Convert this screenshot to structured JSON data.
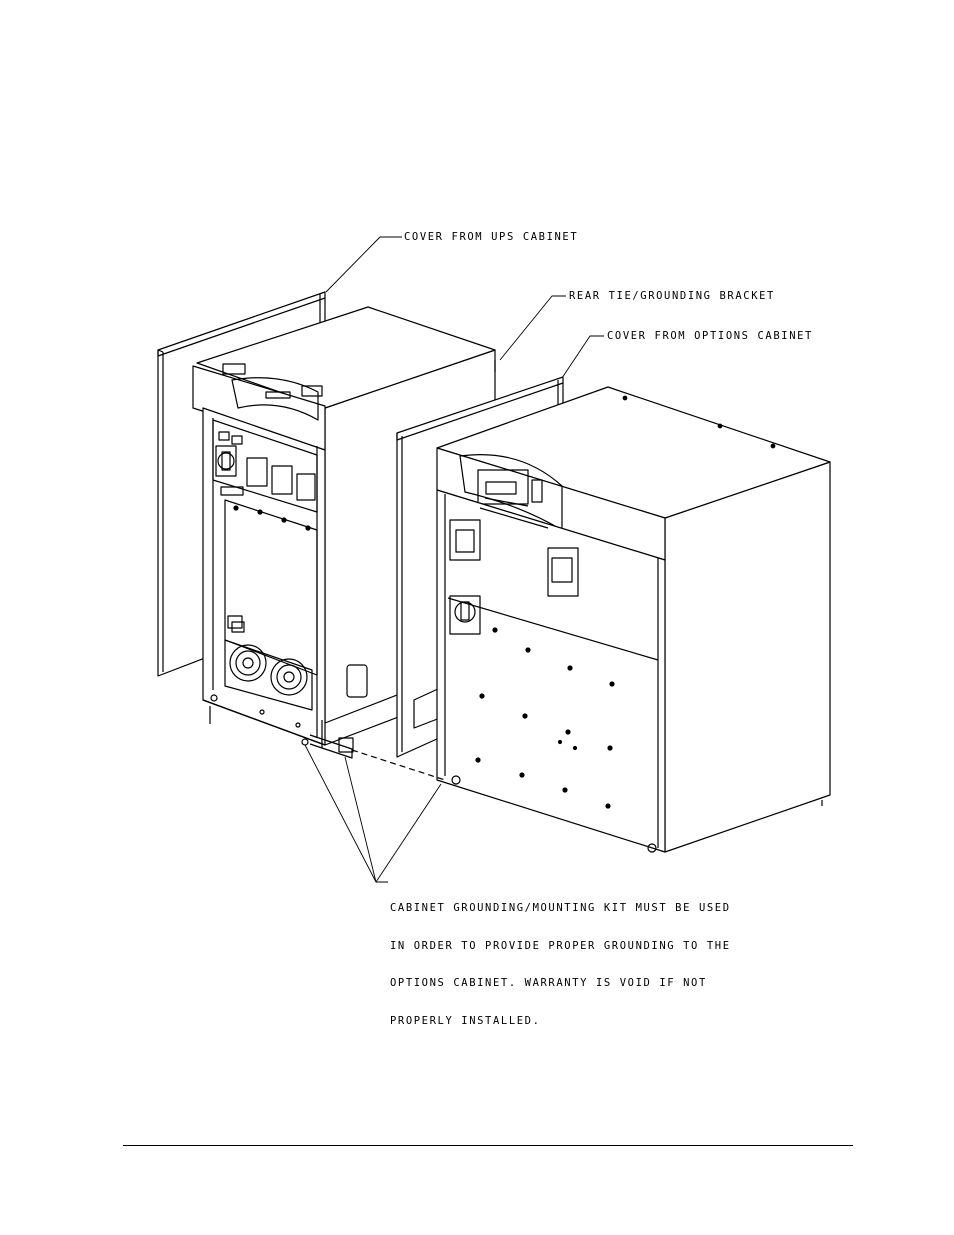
{
  "callouts": {
    "ups_cover": "COVER FROM UPS CABINET",
    "rear_bracket": "REAR TIE/GROUNDING BRACKET",
    "options_cover": "COVER FROM OPTIONS CABINET",
    "grounding_kit_lines": [
      "CABINET GROUNDING/MOUNTING KIT MUST BE USED",
      "IN ORDER TO PROVIDE PROPER GROUNDING TO THE",
      "OPTIONS CABINET. WARRANTY IS VOID IF NOT",
      "PROPERLY INSTALLED."
    ]
  }
}
